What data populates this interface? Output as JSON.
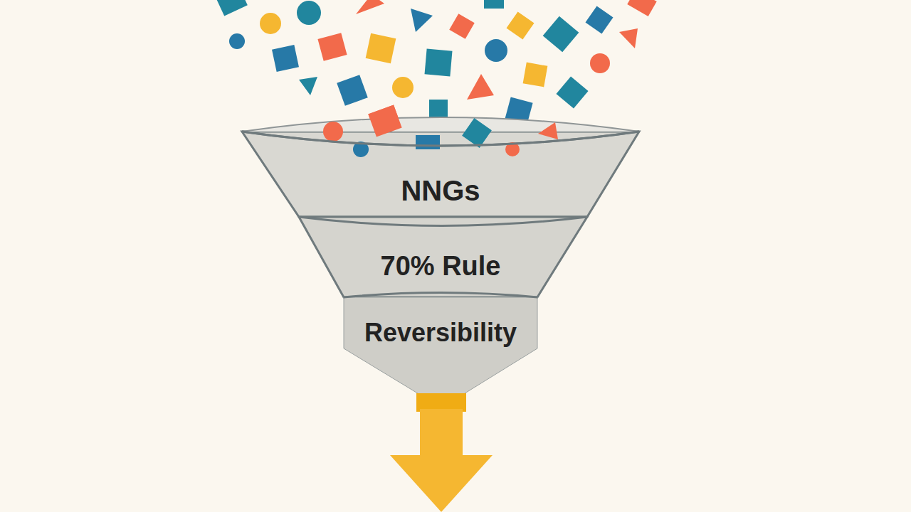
{
  "diagram": {
    "nodes": [
      {
        "text": [
          "NNGs"
        ]
      },
      {
        "text": [
          "70% Rule"
        ]
      },
      {
        "text": [
          "Reversibility"
        ]
      }
    ]
  }
}
